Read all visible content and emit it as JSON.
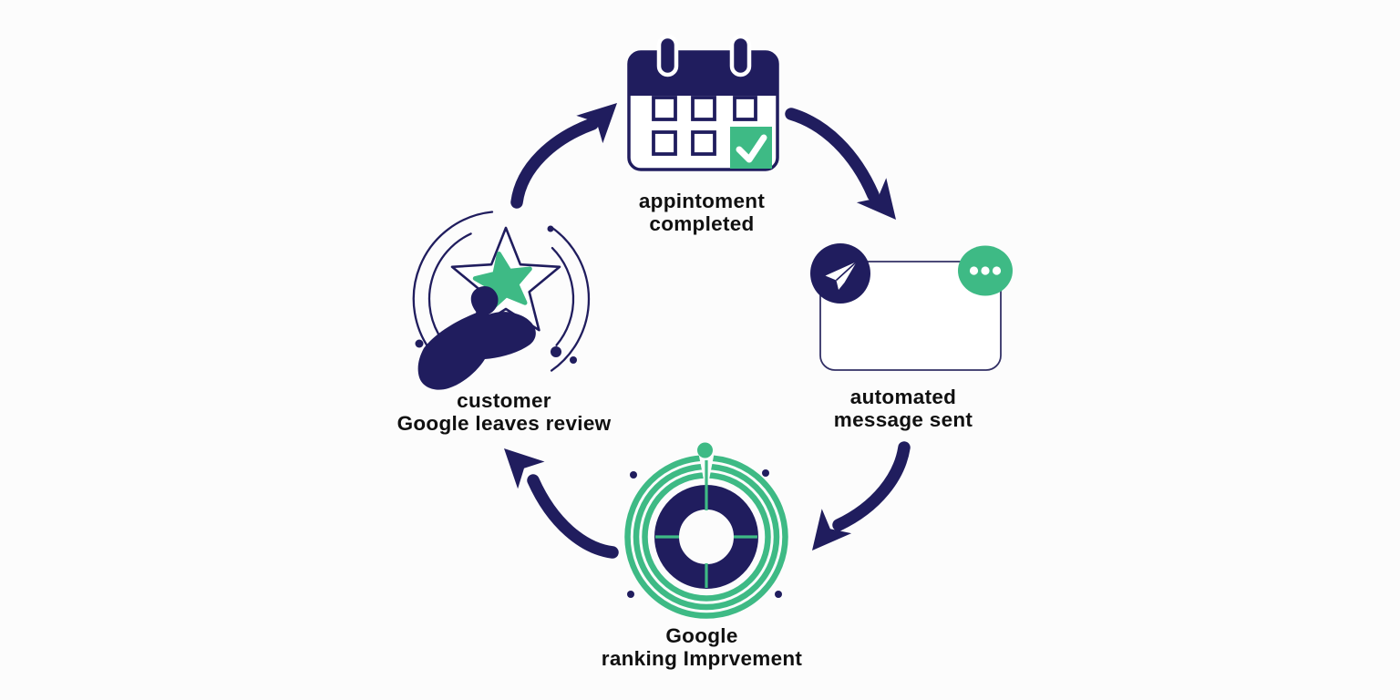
{
  "diagram": {
    "type": "cycle",
    "background_color": "#fcfcfc",
    "colors": {
      "navy": "#201d5e",
      "green": "#3eba85",
      "text": "#101010",
      "white": "#ffffff"
    },
    "steps": [
      {
        "name": "appointment-completed",
        "icon": "calendar-check-icon",
        "label_lines": [
          "appintoment",
          "completed"
        ]
      },
      {
        "name": "automated-message-sent",
        "icon": "message-sent-icon",
        "label_lines": [
          "automated",
          "message sent"
        ]
      },
      {
        "name": "google-ranking-improvement",
        "icon": "target-rings-icon",
        "label_lines": [
          "Google",
          "ranking Imprvement"
        ]
      },
      {
        "name": "customer-leaves-review",
        "icon": "hand-star-icon",
        "label_lines": [
          "customer",
          "Google leaves review"
        ]
      }
    ],
    "arrows": [
      {
        "name": "review-to-appointment",
        "from": "customer-leaves-review",
        "to": "appointment-completed"
      },
      {
        "name": "appointment-to-message",
        "from": "appointment-completed",
        "to": "automated-message-sent"
      },
      {
        "name": "message-to-ranking",
        "from": "automated-message-sent",
        "to": "google-ranking-improvement"
      },
      {
        "name": "ranking-to-review",
        "from": "google-ranking-improvement",
        "to": "customer-leaves-review"
      }
    ]
  }
}
